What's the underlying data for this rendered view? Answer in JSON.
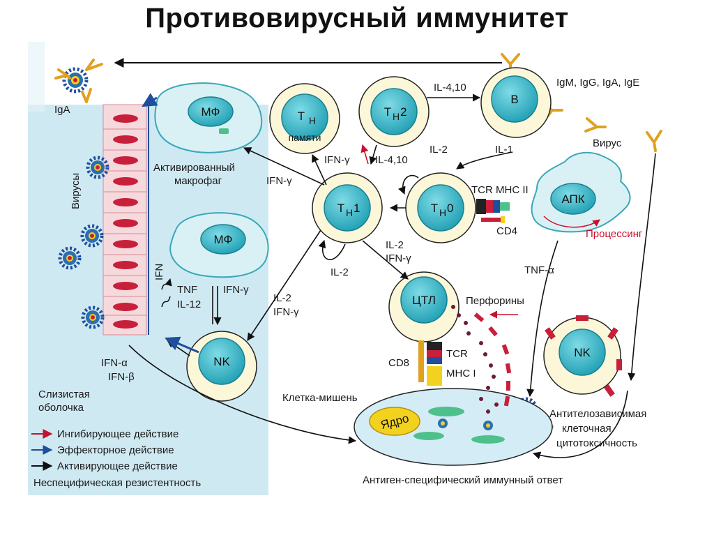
{
  "title": "Противовирусный иммунитет",
  "cells": {
    "th_memory_main": "Т",
    "th_memory_sub": "Н",
    "th_memory_label": "памяти",
    "th2_main": "Т",
    "th2_sub": "Н",
    "th2_suffix": "2",
    "b_cell": "B",
    "th1_main": "Т",
    "th1_sub": "Н",
    "th1_suffix": "1",
    "th0_main": "Т",
    "th0_sub": "Н",
    "th0_suffix": "0",
    "apc": "АПК",
    "ctl": "ЦТЛ",
    "nk_left": "NK",
    "nk_right": "NK",
    "mf_top": "МФ",
    "mf_bottom": "МФ",
    "nucleus": "Ядро"
  },
  "labels": {
    "iga": "IgA",
    "viruses_vertical": "Вирусы",
    "ifn_vertical": "IFN",
    "activated_macrophage_1": "Активированный",
    "activated_macrophage_2": "макрофаг",
    "ifn_gamma_mf": "IFN-γ",
    "ifn_gamma_th": "IFN-γ",
    "il_4_10_th": "IL-4,10",
    "il_4_10_b": "IL-4,10",
    "immunoglobulins": "IgM, IgG, IgA, IgE",
    "il_2_top": "IL-2",
    "il_1": "IL-1",
    "virus": "Вирус",
    "tcr_mhc2": "TCR MHC II",
    "cd4": "CD4",
    "processing": "Процессинг",
    "tnf_alpha": "TNF-α",
    "il_2_loop": "IL-2",
    "il_2_ctl": "IL-2",
    "ifn_gamma_ctl": "IFN-γ",
    "perforins": "Перфорины",
    "tnf_nk": "TNF",
    "il_12": "IL-12",
    "ifn_gamma_nk": "IFN-γ",
    "il_2_nk": "IL-2",
    "ifn_gamma_nk2": "IFN-γ",
    "cd8": "CD8",
    "tcr": "TCR",
    "mhc1": "MHC I",
    "target_cell": "Клетка-мишень",
    "ifn_alpha": "IFN-α",
    "ifn_beta": "IFN-β",
    "mucosa_1": "Слизистая",
    "mucosa_2": "оболочка",
    "adcc_1": "Антителозависимая",
    "adcc_2": "клеточная",
    "adcc_3": "цитотоксичность",
    "antigen_specific": "Антиген-специфический иммунный ответ"
  },
  "legend": [
    {
      "text": "Ингибирующее действие",
      "color": "#c8102e"
    },
    {
      "text": "Эффекторное действие",
      "color": "#1f4e9c"
    },
    {
      "text": "Активирующее действие",
      "color": "#111111"
    },
    {
      "text": "Неспецифическая резистентность",
      "color": "#111111"
    }
  ],
  "colors": {
    "cell_fill": "#fbf7d8",
    "nucleus_fill": "#35b8c8",
    "mucosa_fill": "#cfe9f2",
    "epithelium": "#f6d9dc",
    "epithelium_nucleus": "#c81f3a",
    "target_fill": "#d4ecf6",
    "nucleus_yellow": "#f2d21e",
    "inhibit": "#c8102e",
    "effector": "#1f4e9c"
  }
}
